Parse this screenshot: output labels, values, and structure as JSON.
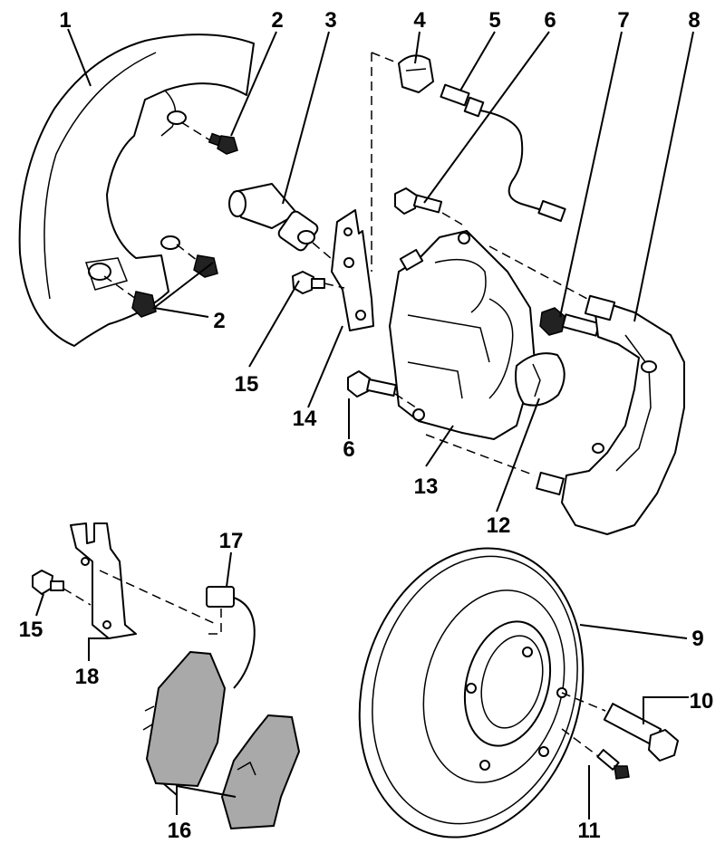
{
  "labels": {
    "l1": "1",
    "l2a": "2",
    "l2b": "2",
    "l3": "3",
    "l4": "4",
    "l5": "5",
    "l6a": "6",
    "l6b": "6",
    "l7": "7",
    "l8": "8",
    "l9": "9",
    "l10": "10",
    "l11": "11",
    "l12": "12",
    "l13": "13",
    "l14": "14",
    "l15a": "15",
    "l15b": "15",
    "l16": "16",
    "l17": "17",
    "l18": "18"
  },
  "colors": {
    "ink": "#000000",
    "pad": "#a9a9a9",
    "paper": "#ffffff"
  }
}
